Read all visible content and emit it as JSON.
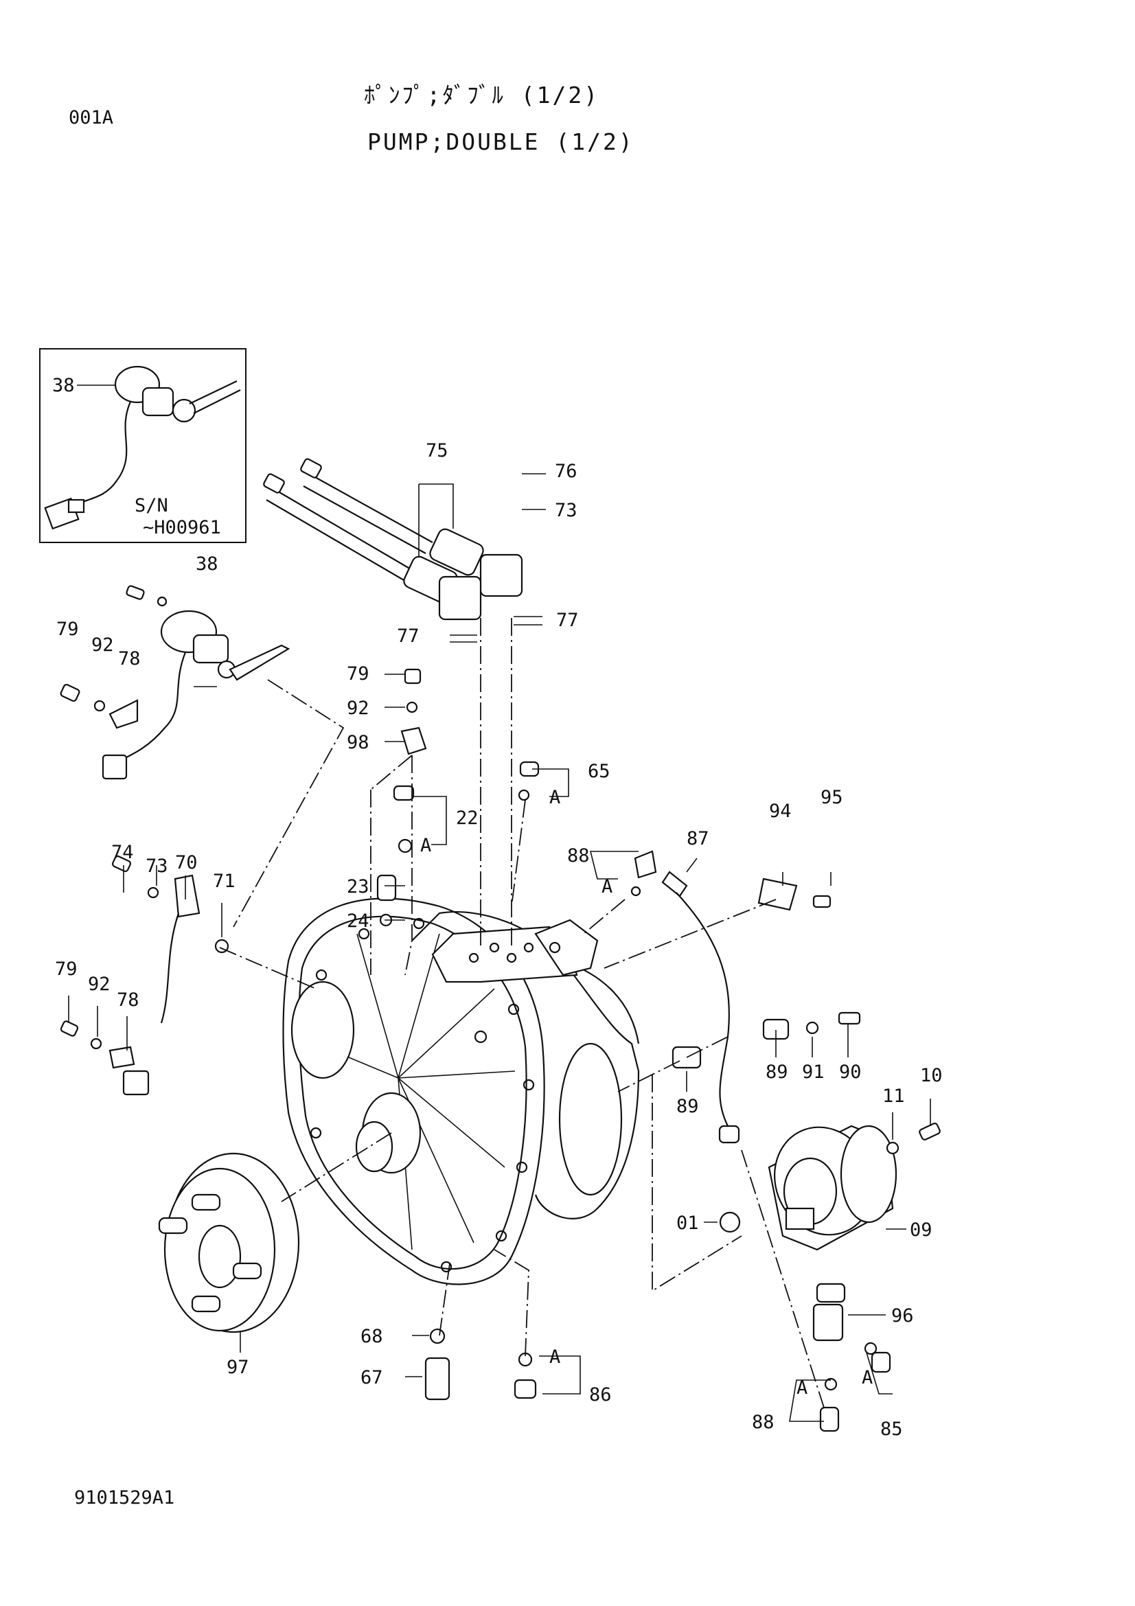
{
  "header": {
    "page_code": "001A",
    "title_jp": "ﾎﾟﾝﾌﾟ;ﾀﾞﾌﾞﾙ (1/2)",
    "title_en": "PUMP;DOUBLE (1/2)"
  },
  "inset": {
    "label": "38",
    "serial_line1": "S/N",
    "serial_line2": "~H00961"
  },
  "callouts": {
    "c75": "75",
    "c76": "76",
    "c73a": "73",
    "c77a": "77",
    "c77b": "77",
    "c38": "38",
    "c79a": "79",
    "c92a": "92",
    "c78a": "78",
    "c79b": "79",
    "c92b": "92",
    "c98": "98",
    "c65": "65",
    "c65A": "A",
    "c22": "22",
    "c22A": "A",
    "c23": "23",
    "c24": "24",
    "c74": "74",
    "c73b": "73",
    "c70": "70",
    "c71": "71",
    "c88a": "88",
    "c88aA": "A",
    "c87": "87",
    "c94": "94",
    "c95": "95",
    "c79c": "79",
    "c92c": "92",
    "c78b": "78",
    "c89a": "89",
    "c91": "91",
    "c90": "90",
    "c89b": "89",
    "c11": "11",
    "c10": "10",
    "c01": "01",
    "c09": "09",
    "c97": "97",
    "c68": "68",
    "c67": "67",
    "c86": "86",
    "c86A": "A",
    "c96": "96",
    "c85": "85",
    "c85A": "A",
    "c88b": "88",
    "c88bA": "A"
  },
  "footer": {
    "drawing_number": "9101529A1"
  }
}
